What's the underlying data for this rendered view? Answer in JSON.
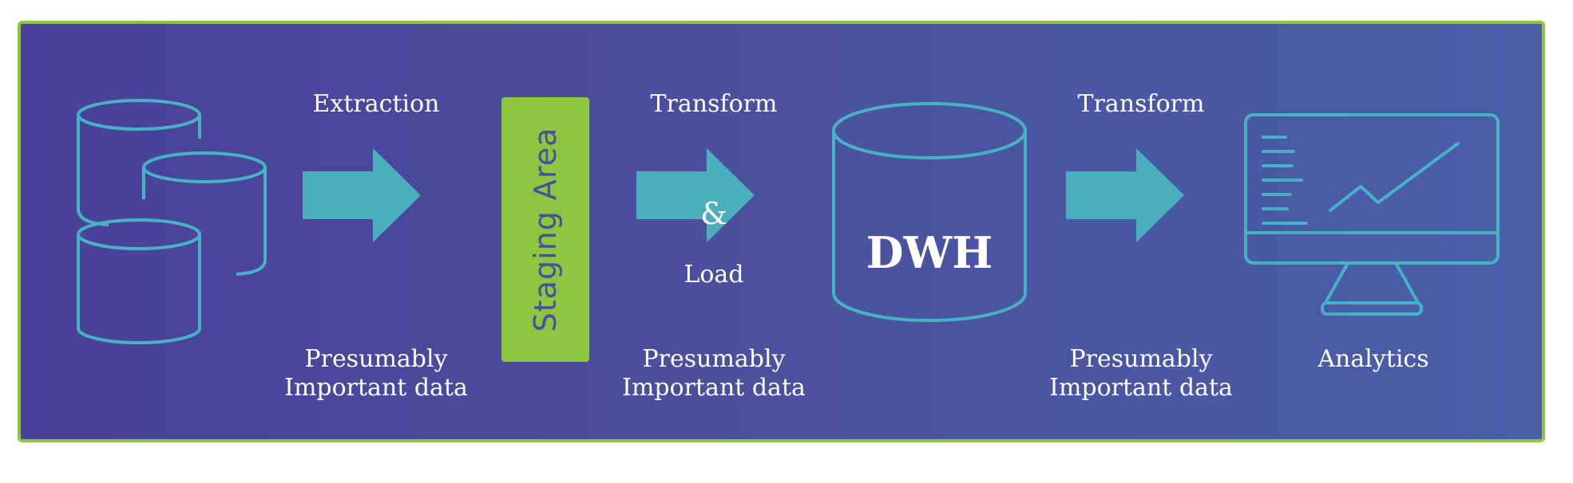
{
  "diagram": {
    "colors": {
      "background_start": "#4a409a",
      "background_end": "#4a5eaa",
      "border": "#8cc63f",
      "arrow": "#4aafbd",
      "icon_stroke": "#45b3c4",
      "staging_fill": "#8cc63f",
      "staging_text": "#4b4d9e",
      "text": "#ffffff"
    },
    "sources": {
      "icon": "database-stack-icon"
    },
    "step1": {
      "label": "Extraction",
      "caption_line1": "Presumably",
      "caption_line2": "Important data"
    },
    "staging": {
      "label": "Staging Area"
    },
    "step2": {
      "label_top": "Transform",
      "label_mid": "&",
      "label_bottom": "Load",
      "caption_line1": "Presumably",
      "caption_line2": "Important data"
    },
    "warehouse": {
      "label": "DWH",
      "icon": "database-icon"
    },
    "step3": {
      "label": "Transform",
      "caption_line1": "Presumably",
      "caption_line2": "Important data"
    },
    "analytics": {
      "label": "Analytics",
      "icon": "monitor-chart-icon"
    }
  }
}
